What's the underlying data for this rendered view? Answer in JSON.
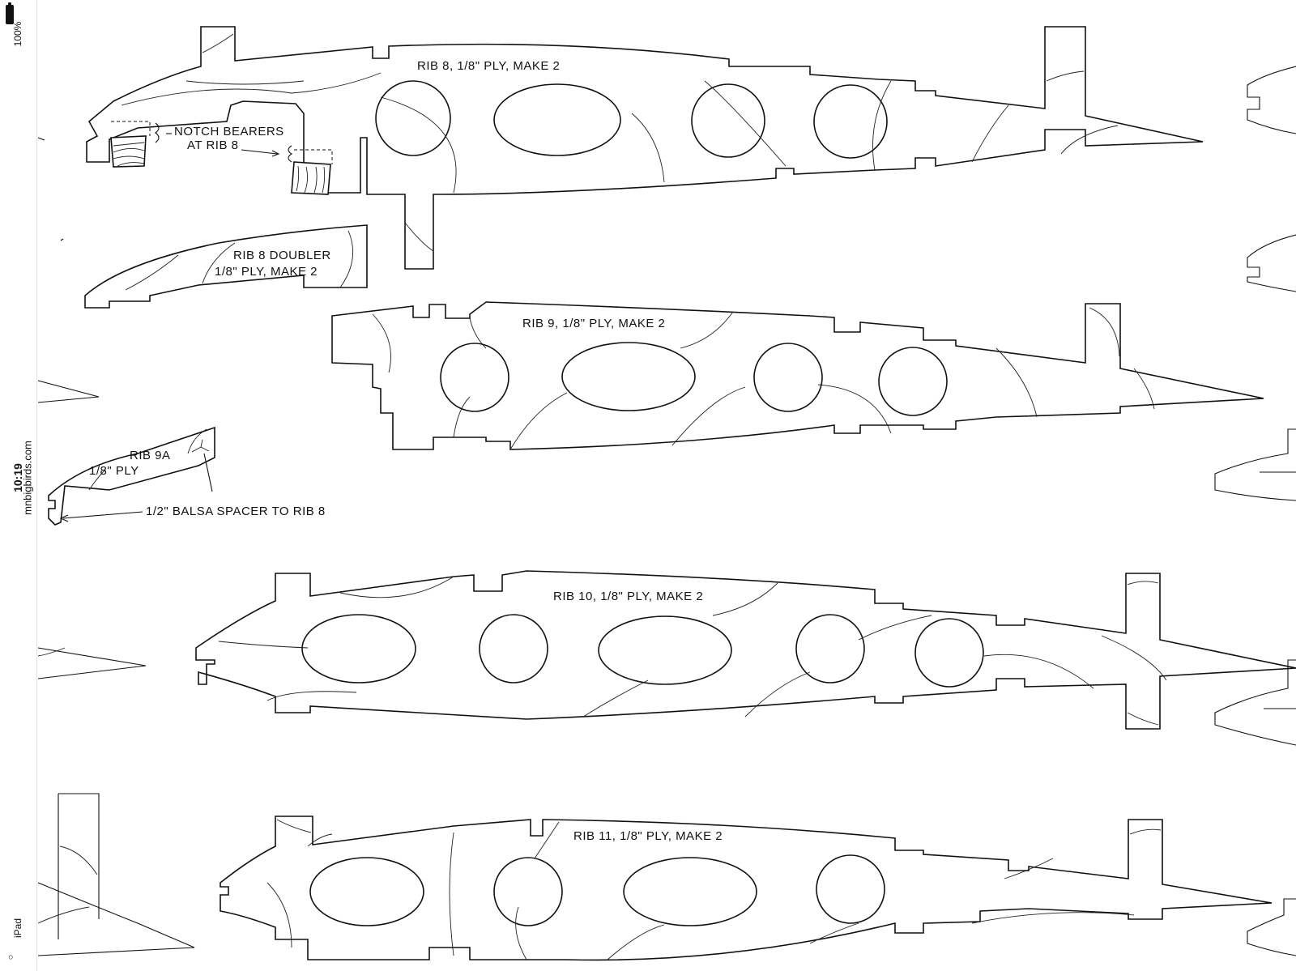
{
  "status_bar": {
    "time": "10:19",
    "url": "mnbigbirds.com",
    "battery_percent": "100%",
    "carrier": "iPad",
    "icons": [
      "battery-icon",
      "wifi-icon"
    ]
  },
  "drawing": {
    "labels": {
      "rib8": "RIB 8, 1/8\" PLY, MAKE 2",
      "notch_bearers_1": "NOTCH BEARERS",
      "notch_bearers_2": "AT RIB 8",
      "rib8_doubler_1": "RIB 8 DOUBLER",
      "rib8_doubler_2": "1/8\" PLY, MAKE 2",
      "rib9": "RIB 9, 1/8\" PLY, MAKE 2",
      "rib9a_1": "RIB 9A",
      "rib9a_2": "1/8\" PLY",
      "balsa_spacer": "1/2\" BALSA SPACER TO RIB 8",
      "rib10": "RIB 10, 1/8\" PLY, MAKE 2",
      "rib11": "RIB 11, 1/8\" PLY, MAKE 2"
    },
    "colors": {
      "line": "#111111",
      "paper": "#ffffff"
    }
  }
}
